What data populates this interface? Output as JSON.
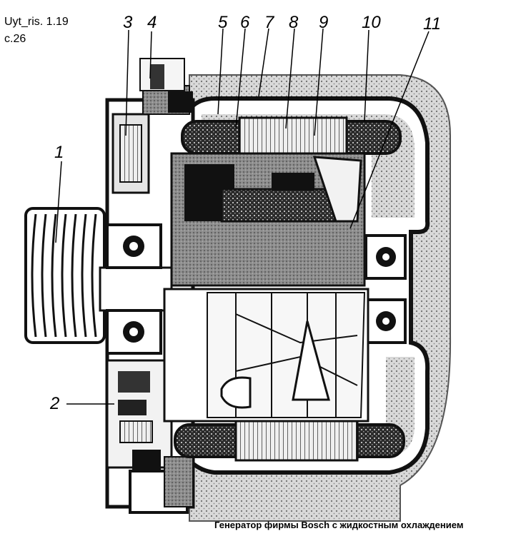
{
  "header": {
    "line1": "Uyt_ris. 1.19",
    "line2": "c.26"
  },
  "labels": {
    "n1": "1",
    "n2": "2",
    "n3": "3",
    "n4": "4",
    "n5": "5",
    "n6": "6",
    "n7": "7",
    "n8": "8",
    "n9": "9",
    "n10": "10",
    "n11": "11"
  },
  "caption": "Генератор фирмы Bosch с жидкостным охлаждением"
}
